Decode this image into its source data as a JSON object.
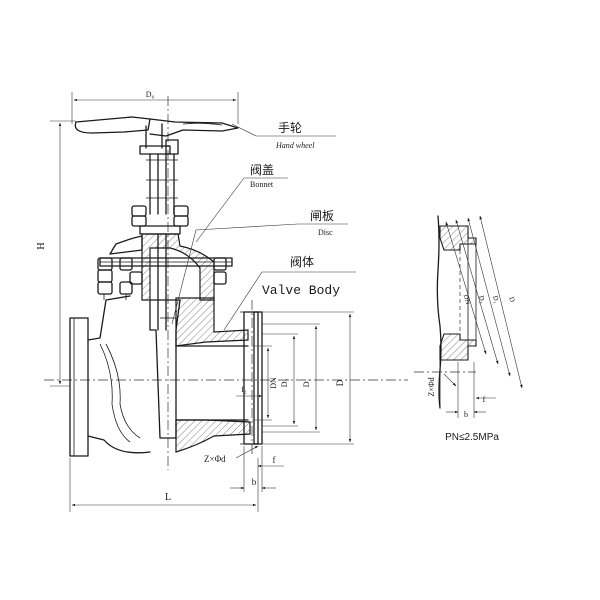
{
  "labels": {
    "handwheel_cn": "手轮",
    "handwheel_en": "Hand wheel",
    "bonnet_cn": "阀盖",
    "bonnet_en": "Bonnet",
    "disc_cn": "闸板",
    "disc_en": "Disc",
    "body_cn": "阀体",
    "body_en": "Valve Body"
  },
  "dimensions": {
    "D0": "D₀",
    "H": "H",
    "L": "L",
    "DN": "DN",
    "D2": "D₂",
    "D1": "D₁",
    "D": "D",
    "f2": "f₂",
    "f": "f",
    "b": "b",
    "ZPhid": "Z×Φd"
  },
  "detail": {
    "note": "PN≤2.5MPa",
    "DN": "DN",
    "D2": "D₂",
    "D1": "D₁",
    "D": "D",
    "ZPhid": "Z×Φd",
    "b": "b",
    "f": "f"
  }
}
